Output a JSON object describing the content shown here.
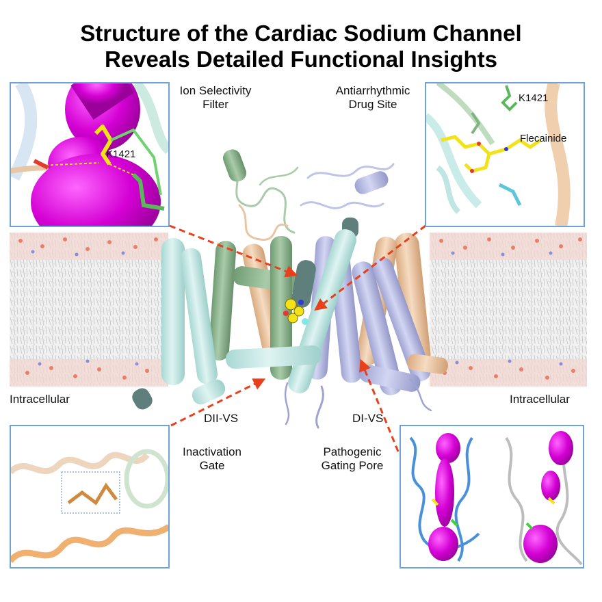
{
  "title": {
    "line1": "Structure of the Cardiac Sodium Channel",
    "line2": "Reveals Detailed Functional Insights"
  },
  "labels": {
    "selectivity_filter": [
      "Ion Selectivity",
      "Filter"
    ],
    "drug_site": [
      "Antiarrhythmic",
      "Drug Site"
    ],
    "inactivation_gate": [
      "Inactivation",
      "Gate"
    ],
    "gating_pore": [
      "Pathogenic",
      "Gating Pore"
    ],
    "intracellular_left": "Intracellular",
    "intracellular_right": "Intracellular",
    "dii_vs": "DII-VS",
    "di_vs": "DI-VS"
  },
  "inset_labels": {
    "residue_left": "K1421",
    "residue_right": "K1421",
    "drug": "Flecainide"
  },
  "colors": {
    "inset_border": "#6fa3d6",
    "arrow": "#e8401c",
    "pore": "#d400d4",
    "helix_cyan": "#c6e9e6",
    "helix_green": "#8fb68f",
    "helix_lavender": "#b9bde3",
    "helix_tan": "#ecc7a2"
  }
}
